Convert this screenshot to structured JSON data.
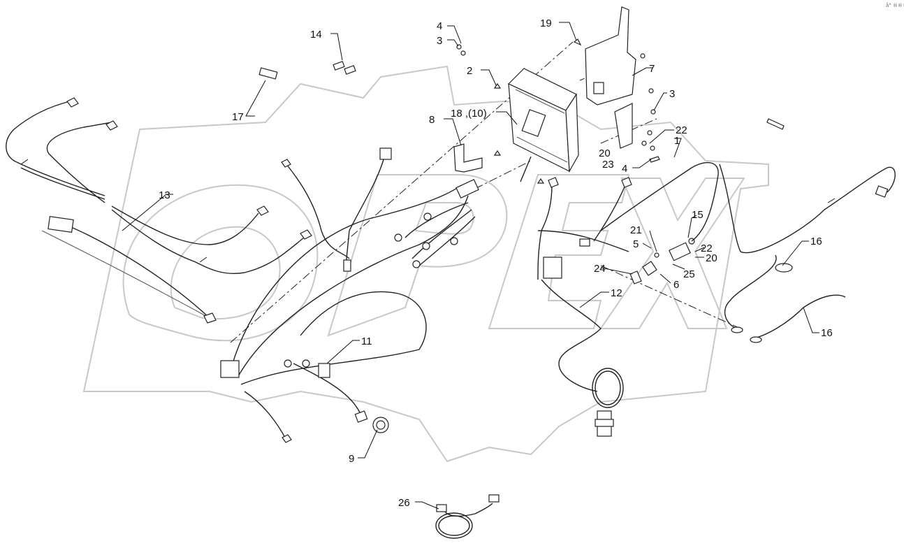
{
  "watermark": {
    "text": "OPEX",
    "color": "#c8c8c8"
  },
  "corner_mark": "å° ®®®",
  "callouts": {
    "c1": "1",
    "c2": "2",
    "c3a": "3",
    "c3b": "3",
    "c4a": "4",
    "c4b": "4",
    "c5": "5",
    "c6": "6",
    "c7": "7",
    "c8": "8",
    "c9": "9",
    "c11": "11",
    "c12": "12",
    "c13": "13",
    "c14": "14",
    "c15": "15",
    "c16a": "16",
    "c16b": "16",
    "c17": "17",
    "c18": "18 ,(10)",
    "c19": "19",
    "c20a": "20",
    "c20b": "20",
    "c21": "21",
    "c22a": "22",
    "c22b": "22",
    "c23": "23",
    "c24": "24",
    "c25": "25",
    "c26": "26"
  }
}
